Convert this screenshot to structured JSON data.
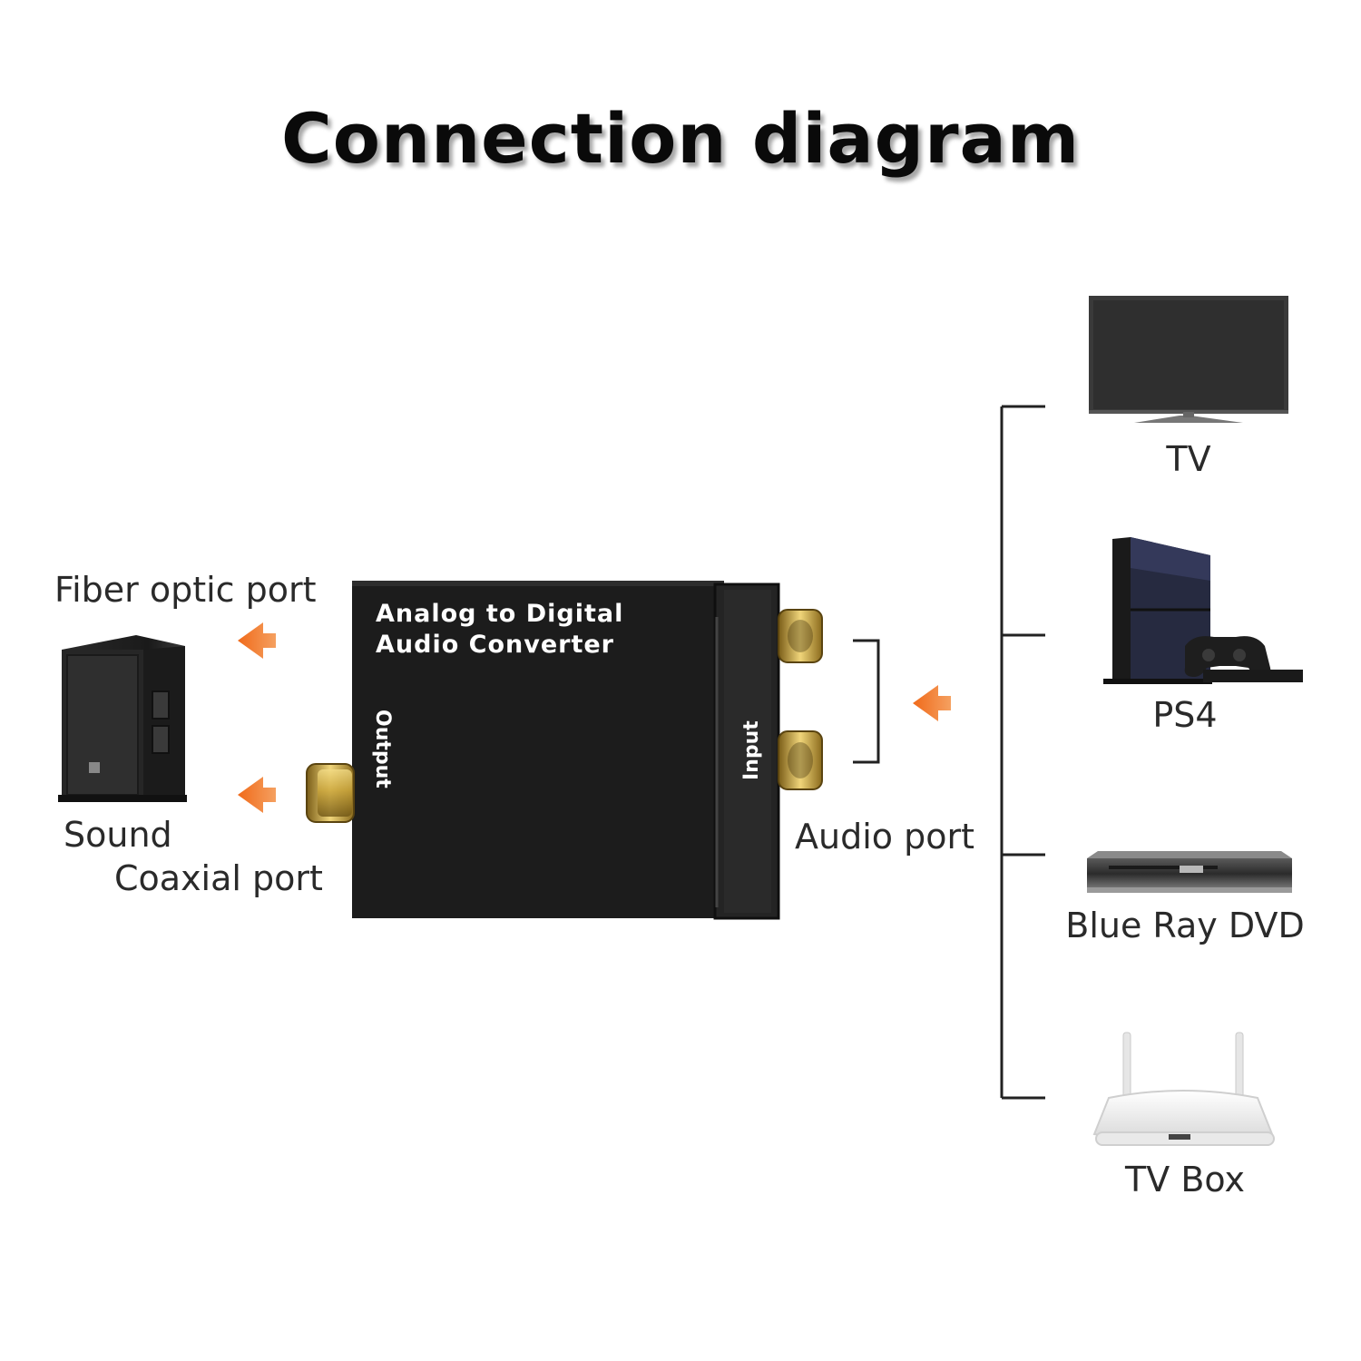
{
  "title": "Connection diagram",
  "labels": {
    "fiber_optic_port": "Fiber optic port",
    "sound": "Sound",
    "coaxial_port": "Coaxial port",
    "audio_port": "Audio port"
  },
  "converter": {
    "line1": "Analog to Digital",
    "line2": "Audio Converter",
    "output_label": "Output",
    "input_label": "Input"
  },
  "sources": [
    {
      "label": "TV",
      "icon": "tv-icon"
    },
    {
      "label": "PS4",
      "icon": "ps4-icon"
    },
    {
      "label": "Blue Ray DVD",
      "icon": "bluray-player-icon"
    },
    {
      "label": "TV Box",
      "icon": "tv-box-icon"
    }
  ],
  "colors": {
    "arrow": "#f07a2a",
    "device_body": "#1c1c1c",
    "gold_jack": "#c9a43a"
  }
}
